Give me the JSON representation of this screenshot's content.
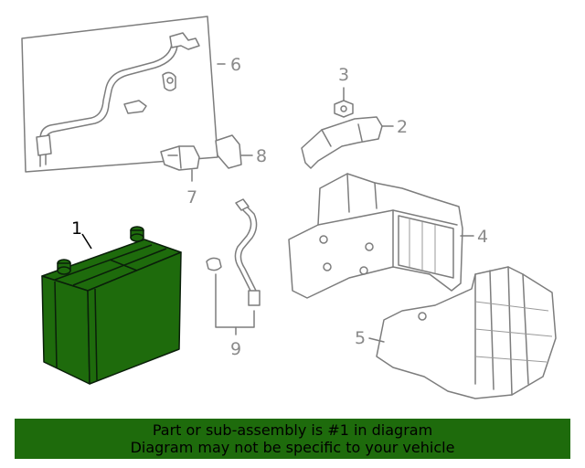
{
  "diagram": {
    "callouts": [
      {
        "id": "1",
        "label": "1",
        "highlighted": true
      },
      {
        "id": "2",
        "label": "2"
      },
      {
        "id": "3",
        "label": "3"
      },
      {
        "id": "4",
        "label": "4"
      },
      {
        "id": "5",
        "label": "5"
      },
      {
        "id": "6",
        "label": "6"
      },
      {
        "id": "7",
        "label": "7"
      },
      {
        "id": "8",
        "label": "8"
      },
      {
        "id": "9",
        "label": "9"
      }
    ],
    "colors": {
      "battery_fill": "#1e6b0c",
      "line_gray": "#7d7d7d",
      "callout_gray": "#8a8a8a",
      "banner_bg": "#1e6b0c"
    }
  },
  "banner": {
    "line1": "Part or sub-assembly is #1 in diagram",
    "line2": "Diagram may not be specific to your vehicle"
  }
}
